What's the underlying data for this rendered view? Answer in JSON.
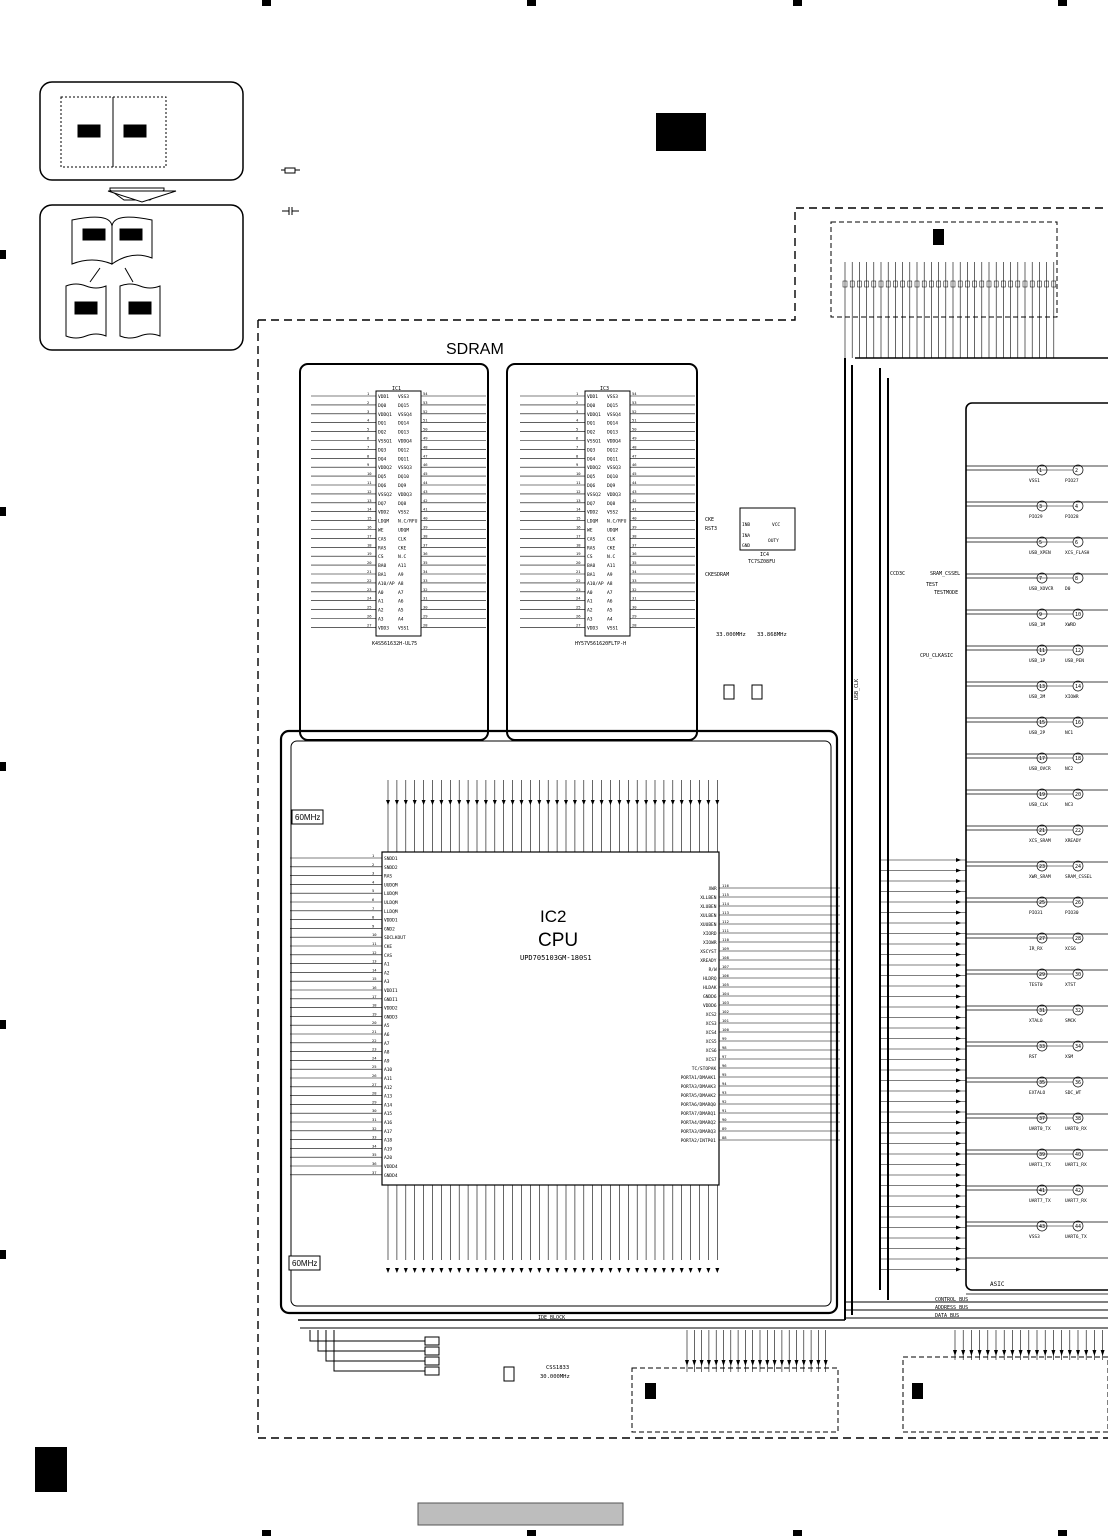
{
  "sections": {
    "sdram": "SDRAM",
    "ide_block": "IDE BLOCK",
    "asic": "ASIC"
  },
  "ic1": {
    "ref": "IC1",
    "part": "K4S561632H-UL75",
    "left_pins": [
      "VDD1",
      "DQ0",
      "VDDQ1",
      "DQ1",
      "DQ2",
      "VSSQ1",
      "DQ3",
      "DQ4",
      "VDDQ2",
      "DQ5",
      "DQ6",
      "VSSQ2",
      "DQ7",
      "VDD2",
      "LDQM",
      "WE",
      "CAS",
      "RAS",
      "CS",
      "BA0",
      "BA1",
      "A10/AP",
      "A0",
      "A1",
      "A2",
      "A3",
      "VDD3"
    ],
    "right_pins": [
      "VSS3",
      "DQ15",
      "VSSQ4",
      "DQ14",
      "DQ13",
      "VDDQ4",
      "DQ12",
      "DQ11",
      "VSSQ3",
      "DQ10",
      "DQ9",
      "VDDQ3",
      "DQ8",
      "VSS2",
      "N.C/RFU",
      "UDQM",
      "CLK",
      "CKE",
      "N.C",
      "A11",
      "A9",
      "A8",
      "A7",
      "A6",
      "A5",
      "A4",
      "VSS1"
    ]
  },
  "ic3": {
    "ref": "IC3",
    "part": "HY57V561620FLTP-H",
    "left_pins": [
      "VDD1",
      "DQ0",
      "VDDQ1",
      "DQ1",
      "DQ2",
      "VSSQ1",
      "DQ3",
      "DQ4",
      "VDDQ2",
      "DQ5",
      "DQ6",
      "VSSQ2",
      "DQ7",
      "VDD2",
      "LDQM",
      "WE",
      "CAS",
      "RAS",
      "CS",
      "BA0",
      "BA1",
      "A10/AP",
      "A0",
      "A1",
      "A2",
      "A3",
      "VDD3"
    ],
    "right_pins": [
      "VSS3",
      "DQ15",
      "VSSQ4",
      "DQ14",
      "DQ13",
      "VDDQ4",
      "DQ12",
      "DQ11",
      "VSSQ3",
      "DQ10",
      "DQ9",
      "VDDQ3",
      "DQ8",
      "VSS2",
      "N.C/RFU",
      "UDQM",
      "CLK",
      "CKE",
      "N.C",
      "A11",
      "A9",
      "A8",
      "A7",
      "A6",
      "A5",
      "A4",
      "VSS1"
    ]
  },
  "ic4": {
    "ref": "IC4",
    "part": "TC7SZ08FU",
    "pins": [
      "INB",
      "INA",
      "GND",
      "VCC",
      "OUTY"
    ]
  },
  "cpu": {
    "ref": "IC2",
    "name": "CPU",
    "part": "UPD705103GM-180S1",
    "left_pins": [
      "SNDD1",
      "SNDD2",
      "RAS",
      "UUDQM",
      "LUDQM",
      "ULDQM",
      "LLDQM",
      "VDDD1",
      "GND2",
      "SDCLKOUT",
      "CKE",
      "CAS",
      "A1",
      "A2",
      "A3",
      "VDDI1",
      "GNDI1",
      "VDDD2",
      "GNDD3",
      "A5",
      "A6",
      "A7",
      "A8",
      "A9",
      "A10",
      "A11",
      "A12",
      "A13",
      "A14",
      "A15",
      "A16",
      "A17",
      "A18",
      "A19",
      "A20",
      "VDDD4",
      "GNDD4"
    ],
    "right_pins": [
      "XWR",
      "XLLBEN",
      "XLUBEN",
      "XULBEN",
      "XUUBEN",
      "XIORD",
      "XIOWR",
      "XSCYST",
      "XREADY",
      "R/W",
      "HLDRQ",
      "HLDAK",
      "GNDD6",
      "VDDD6",
      "XCS2",
      "XCS3",
      "XCS4",
      "XCS5",
      "XCS6",
      "XCS7",
      "TC/STOPAK",
      "PORTA1/DMAAK1",
      "PORTA3/DMAAK3",
      "PORTA5/DMAAK2",
      "PORTA6/DMARQ0",
      "PORTA7/DMARQ1",
      "PORTA4/DMARQ2",
      "PORTA3/DMARQ3",
      "PORTA2/INTP01"
    ]
  },
  "crystals": {
    "x1_freq": "30.000MHz",
    "x1_part": "CSS1833",
    "x2_freq": "33.000MHz",
    "x3_freq": "33.868MHz",
    "clk_label_1": "60MHz",
    "clk_label_2": "60MHz"
  },
  "asic_pins": [
    {
      "num": "1",
      "name": "VSS1"
    },
    {
      "num": "2",
      "name": "PIO27"
    },
    {
      "num": "3",
      "name": "PIO29"
    },
    {
      "num": "4",
      "name": "PIO28"
    },
    {
      "num": "5",
      "name": "USB_XPEN"
    },
    {
      "num": "6",
      "name": "XCS_FLASH"
    },
    {
      "num": "7",
      "name": "USB_XOVCR"
    },
    {
      "num": "8",
      "name": "D0"
    },
    {
      "num": "9",
      "name": "USB_1M"
    },
    {
      "num": "10",
      "name": "XWRD"
    },
    {
      "num": "11",
      "name": "USB_1P"
    },
    {
      "num": "12",
      "name": "USB_PEN"
    },
    {
      "num": "13",
      "name": "USB_2M"
    },
    {
      "num": "14",
      "name": "XIOWR"
    },
    {
      "num": "15",
      "name": "USB_2P"
    },
    {
      "num": "16",
      "name": "NC1"
    },
    {
      "num": "17",
      "name": "USB_OVCR"
    },
    {
      "num": "18",
      "name": "NC2"
    },
    {
      "num": "19",
      "name": "USB_CLK"
    },
    {
      "num": "20",
      "name": "NC3"
    },
    {
      "num": "21",
      "name": "XCS_SRAM"
    },
    {
      "num": "22",
      "name": "XREADY"
    },
    {
      "num": "23",
      "name": "XWR_SRAM"
    },
    {
      "num": "24",
      "name": "SRAM_CSSEL"
    },
    {
      "num": "25",
      "name": "PIO31"
    },
    {
      "num": "26",
      "name": "PIO30"
    },
    {
      "num": "27",
      "name": "IR_RX"
    },
    {
      "num": "28",
      "name": "XCS6"
    },
    {
      "num": "29",
      "name": "TEST0"
    },
    {
      "num": "30",
      "name": "XTST"
    },
    {
      "num": "31",
      "name": "XTALO"
    },
    {
      "num": "32",
      "name": "SMCK"
    },
    {
      "num": "33",
      "name": "RST"
    },
    {
      "num": "34",
      "name": "XSM"
    },
    {
      "num": "35",
      "name": "EXTALO"
    },
    {
      "num": "36",
      "name": "SDC_WT"
    },
    {
      "num": "37",
      "name": "UART0_TX"
    },
    {
      "num": "38",
      "name": "UART0_RX"
    },
    {
      "num": "39",
      "name": "UART1_TX"
    },
    {
      "num": "40",
      "name": "UART1_RX"
    },
    {
      "num": "41",
      "name": "UART7_TX"
    },
    {
      "num": "42",
      "name": "UART7_RX"
    },
    {
      "num": "43",
      "name": "VSS3"
    },
    {
      "num": "44",
      "name": "UART6_TX"
    }
  ],
  "bus_labels": {
    "control": "CONTROL_BUS",
    "address": "ADDRESS_BUS",
    "data": "DATA_BUS"
  },
  "misc_labels": {
    "cpu_clkasic": "CPU_CLKASIC",
    "sram_cssel": "SRAM_CSSEL",
    "ccd3c": "CCD3C",
    "rst3": "RST3",
    "cke": "CKE",
    "ckesdram": "CKESDRAM",
    "usb_clk": "USB_CLK",
    "testmode": "TESTMODE",
    "test": "TEST"
  }
}
